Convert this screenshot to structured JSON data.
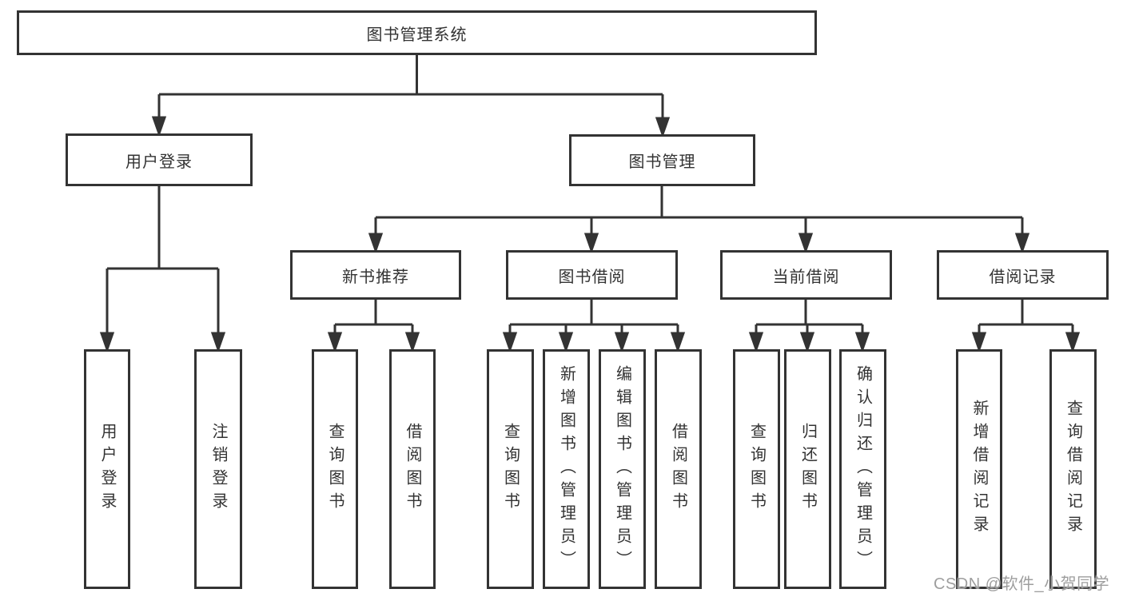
{
  "tree": {
    "label": "图书管理系统",
    "children": [
      {
        "label": "用户登录",
        "children": [
          {
            "label": "用户登录"
          },
          {
            "label": "注销登录"
          }
        ]
      },
      {
        "label": "图书管理",
        "children": [
          {
            "label": "新书推荐",
            "children": [
              {
                "label": "查询图书"
              },
              {
                "label": "借阅图书"
              }
            ]
          },
          {
            "label": "图书借阅",
            "children": [
              {
                "label": "查询图书"
              },
              {
                "label": "新增图书（管理员）"
              },
              {
                "label": "编辑图书（管理员）"
              },
              {
                "label": "借阅图书"
              }
            ]
          },
          {
            "label": "当前借阅",
            "children": [
              {
                "label": "查询图书"
              },
              {
                "label": "归还图书"
              },
              {
                "label": "确认归还（管理员）"
              }
            ]
          },
          {
            "label": "借阅记录",
            "children": [
              {
                "label": "新增借阅记录"
              },
              {
                "label": "查询借阅记录"
              }
            ]
          }
        ]
      }
    ]
  },
  "watermark": {
    "text": "CSDN @软件_小贺同学"
  },
  "colors": {
    "line": "#333333",
    "box_border": "#333333",
    "box_fill": "#ffffff",
    "text": "#333333",
    "background": "#ffffff",
    "watermark": "#9e9e9e"
  }
}
